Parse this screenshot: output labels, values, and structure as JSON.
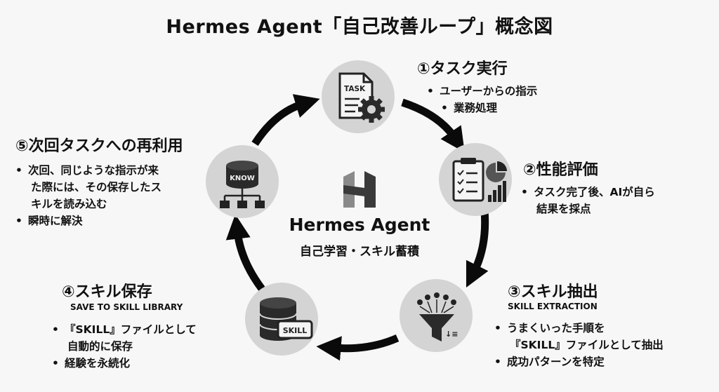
{
  "title": "Hermes Agent「自己改善ループ」概念図",
  "center": {
    "name": "Hermes Agent",
    "subtitle": "自己学習・スキル蓄積"
  },
  "steps": [
    {
      "title": "①タスク実行",
      "icon": "task-document-gear-icon",
      "icon_text": "TASK",
      "bullets": [
        "ユーザーからの指示",
        "業務処理"
      ]
    },
    {
      "title": "②性能評価",
      "icon": "clipboard-chart-icon",
      "bullets": [
        "タスク完了後、AIが自ら",
        "結果を採点"
      ]
    },
    {
      "title": "③スキル抽出",
      "subtitle": "SKILL EXTRACTION",
      "icon": "funnel-filter-icon",
      "bullets": [
        "うまくいった手順を",
        "『SKILL』ファイルとして抽出",
        "成功パターンを特定"
      ]
    },
    {
      "title": "④スキル保存",
      "subtitle": "SAVE TO SKILL LIBRARY",
      "icon": "database-skill-icon",
      "icon_text": "SKILL",
      "bullets": [
        "『SKILL』ファイルとして",
        "自動的に保存",
        "経験を永続化"
      ]
    },
    {
      "title": "⑤次回タスクへの再利用",
      "icon": "knowledge-network-icon",
      "icon_text": "KNOW",
      "bullets": [
        "次回、同じような指示が来",
        "た際には、その保存したス",
        "キルを読み込む",
        "瞬時に解決"
      ]
    }
  ],
  "colors": {
    "circle": "#d4d4d4",
    "arrow": "#0a0a0a",
    "logo_dark": "#3a3a3a",
    "logo_light": "#8a8a8a"
  }
}
